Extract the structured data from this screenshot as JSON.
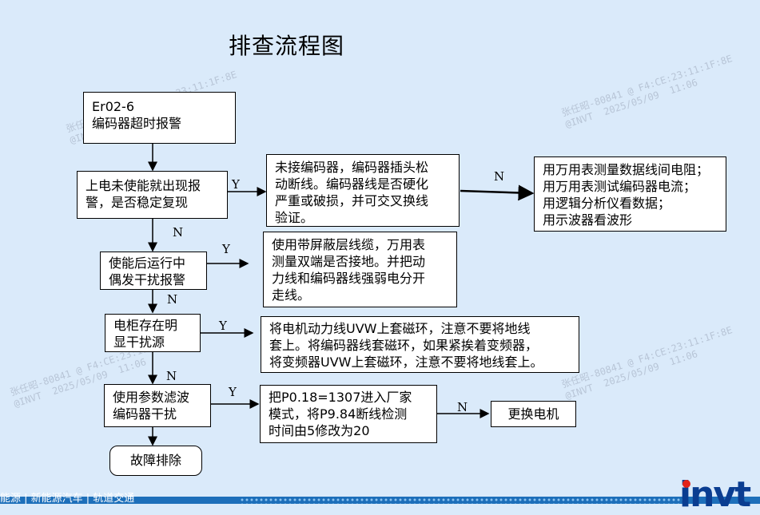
{
  "title": "排查流程图",
  "nodes": {
    "error_code": {
      "line1": "Er02-6",
      "line2": "编码器超时报警"
    },
    "q1": {
      "line1": "上电未使能就出现报",
      "line2": "警，是否稳定复现"
    },
    "a1": {
      "line1": "未接编码器，编码器插头松",
      "line2": "动断线。编码器线是否硬化",
      "line3": "严重或破损，并可交叉换线",
      "line4": "验证。"
    },
    "a1b": {
      "line1": "用万用表测量数据线间电阻；",
      "line2": "用万用表测试编码器电流；",
      "line3": "用逻辑分析仪看数据；",
      "line4": "用示波器看波形"
    },
    "q2": {
      "line1": "使能后运行中",
      "line2": "偶发干扰报警"
    },
    "a2": {
      "line1": "使用带屏蔽层线缆，万用表",
      "line2": "测量双端是否接地。并把动",
      "line3": "力线和编码器线强弱电分开",
      "line4": "走线。"
    },
    "q3": {
      "line1": "电柜存在明",
      "line2": "显干扰源"
    },
    "a3": {
      "line1": "将电机动力线UVW上套磁环，注意不要将地线",
      "line2": "套上。将编码器线套磁环，如果紧挨着变频器，",
      "line3": "将变频器UVW上套磁环，注意不要将地线套上。"
    },
    "q4": {
      "line1": "使用参数滤波",
      "line2": "编码器干扰"
    },
    "a4": {
      "line1": "把P0.18=1307进入厂家",
      "line2": "模式，将P9.84断线检测",
      "line3": "时间由5修改为20"
    },
    "replace": {
      "line1": "更换电机"
    },
    "end": {
      "line1": "故障排除"
    }
  },
  "edge_labels": {
    "y1": "Y",
    "n1": "N",
    "n_a1": "N",
    "y2": "Y",
    "n2": "N",
    "y3": "Y",
    "n3": "N",
    "y4": "Y",
    "n_a4": "N"
  },
  "footer": {
    "text": "能源  |  新能源汽车  |  轨道交通",
    "logo": "invt"
  },
  "watermarks": {
    "w1": "张任昭-80841 @ F4:CE:23:11:1F:8E\n@INVT  2025/05/09  11:06",
    "w2": "张任昭-80841 @ F4:CE:23:11:1F:8E\n@INVT  2025/05/09  11:06",
    "w3": "张任昭-80841 @ F4:CE:23:11:1F:8E\n@INVT  2025/05/09  11:06",
    "w4": "张任昭-80841 @ F4:CE:23:11:1F:8E\n@INVT  2025/05/09  11:06"
  },
  "colors": {
    "background": "#daeafa",
    "bar": "#1d6fba",
    "logo": "#0a3d91",
    "logo_dot": "#e2231a"
  }
}
